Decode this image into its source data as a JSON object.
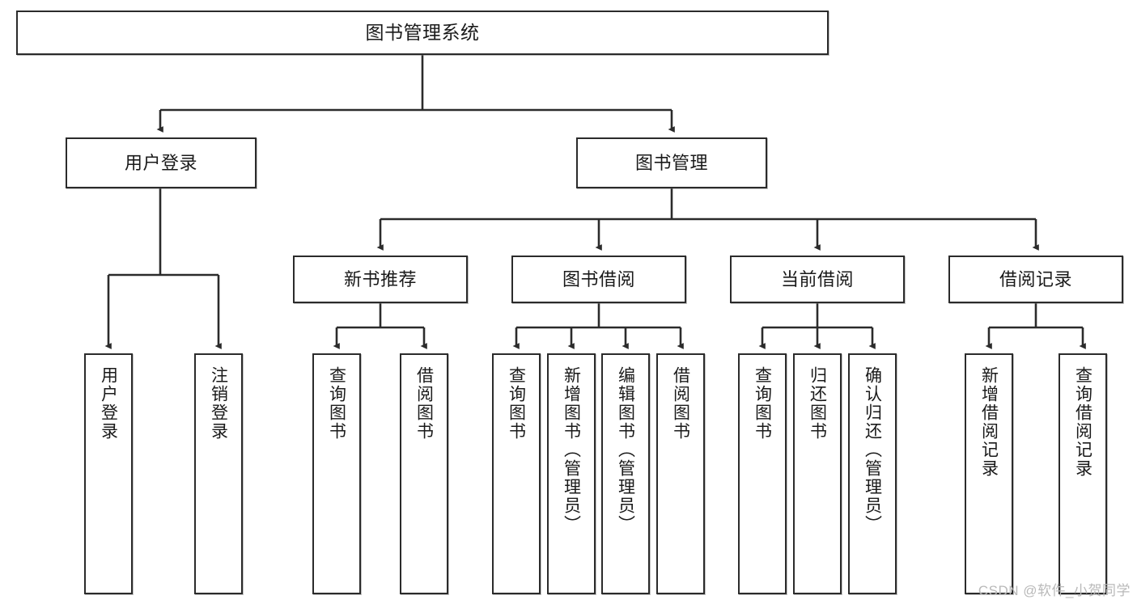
{
  "diagram": {
    "type": "tree-hierarchy-chart",
    "orientation": "top-down",
    "title": "图书管理系统",
    "root": {
      "id": "root",
      "label": "图书管理系统",
      "text_direction": "horizontal"
    },
    "level2": [
      {
        "id": "user-login",
        "label": "用户登录",
        "text_direction": "horizontal"
      },
      {
        "id": "book-management",
        "label": "图书管理",
        "text_direction": "horizontal"
      }
    ],
    "level3": [
      {
        "id": "new-book-recommend",
        "label": "新书推荐",
        "text_direction": "horizontal",
        "parent": "book-management"
      },
      {
        "id": "book-borrow",
        "label": "图书借阅",
        "text_direction": "horizontal",
        "parent": "book-management"
      },
      {
        "id": "current-borrow",
        "label": "当前借阅",
        "text_direction": "horizontal",
        "parent": "book-management"
      },
      {
        "id": "borrow-record",
        "label": "借阅记录",
        "text_direction": "horizontal",
        "parent": "book-management"
      }
    ],
    "leaves": [
      {
        "id": "leaf-user-login",
        "label": "用户登录",
        "parent": "user-login",
        "text_direction": "vertical"
      },
      {
        "id": "leaf-user-logout",
        "label": "注销登录",
        "parent": "user-login",
        "text_direction": "vertical"
      },
      {
        "id": "leaf-query-book-1",
        "label": "查询图书",
        "parent": "new-book-recommend",
        "text_direction": "vertical"
      },
      {
        "id": "leaf-borrow-book-1",
        "label": "借阅图书",
        "parent": "new-book-recommend",
        "text_direction": "vertical"
      },
      {
        "id": "leaf-query-book-2",
        "label": "查询图书",
        "parent": "book-borrow",
        "text_direction": "vertical"
      },
      {
        "id": "leaf-add-book",
        "label": "新增图书（管理员）",
        "parent": "book-borrow",
        "text_direction": "vertical"
      },
      {
        "id": "leaf-edit-book",
        "label": "编辑图书（管理员）",
        "parent": "book-borrow",
        "text_direction": "vertical"
      },
      {
        "id": "leaf-borrow-book-2",
        "label": "借阅图书",
        "parent": "book-borrow",
        "text_direction": "vertical"
      },
      {
        "id": "leaf-query-book-3",
        "label": "查询图书",
        "parent": "current-borrow",
        "text_direction": "vertical"
      },
      {
        "id": "leaf-return-book",
        "label": "归还图书",
        "parent": "current-borrow",
        "text_direction": "vertical"
      },
      {
        "id": "leaf-confirm-return",
        "label": "确认归还（管理员）",
        "parent": "current-borrow",
        "text_direction": "vertical"
      },
      {
        "id": "leaf-add-record",
        "label": "新增借阅记录",
        "parent": "borrow-record",
        "text_direction": "vertical"
      },
      {
        "id": "leaf-query-record",
        "label": "查询借阅记录",
        "parent": "borrow-record",
        "text_direction": "vertical"
      }
    ],
    "colors": {
      "box_border": "#2b2b2b",
      "box_fill": "#ffffff",
      "connector": "#2b2b2b",
      "text": "#1a1a1a",
      "watermark": "#b9b9b9"
    }
  },
  "watermark": {
    "text": "CSDN @软件_小贺同学"
  }
}
